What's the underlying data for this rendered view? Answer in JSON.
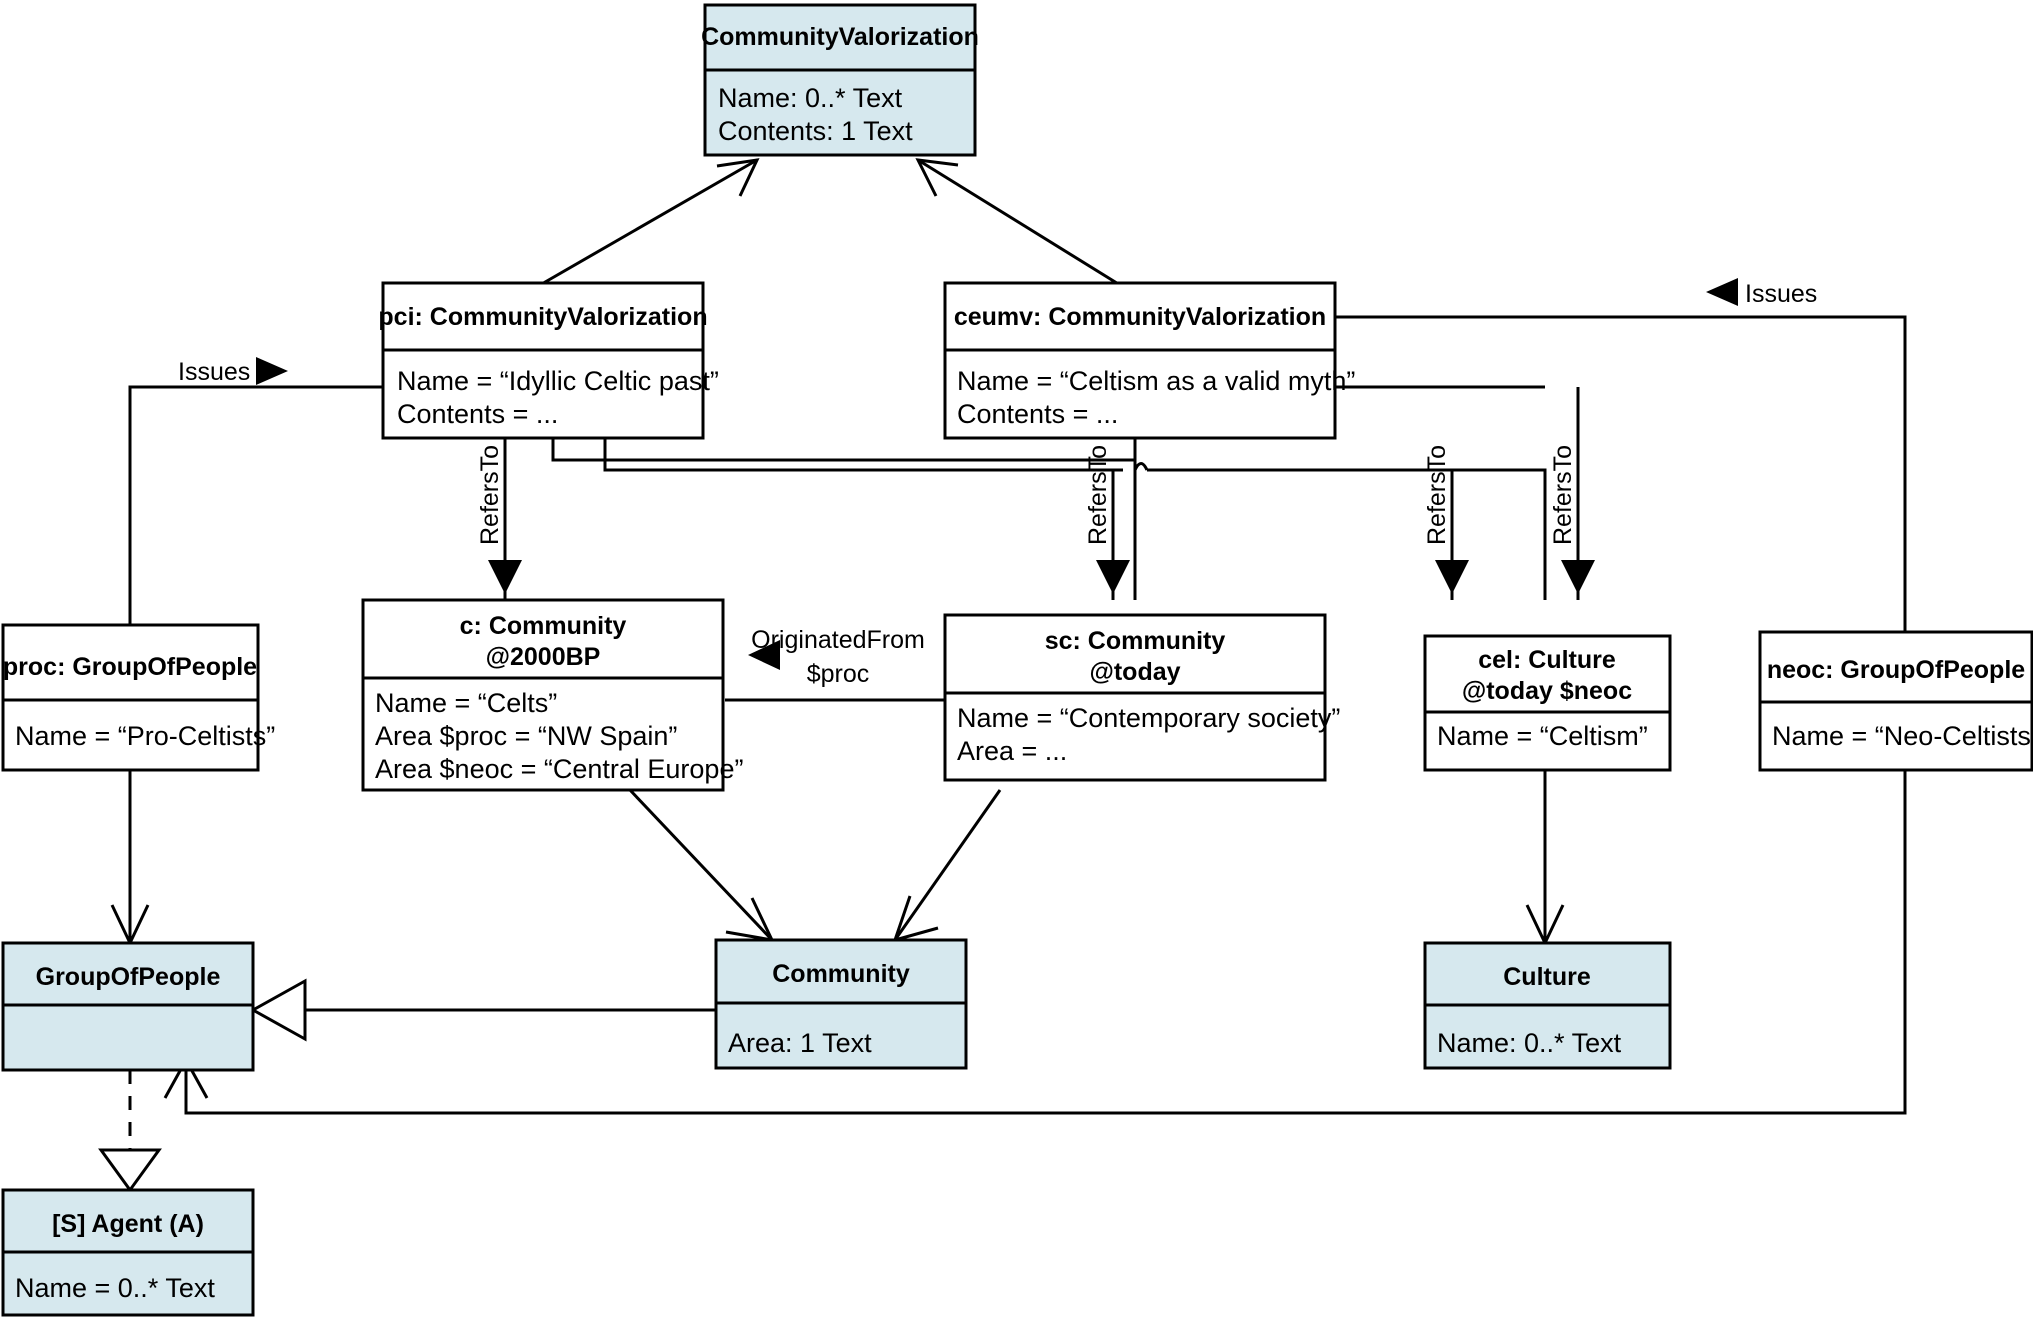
{
  "diagram": {
    "type": "uml-object-class-diagram",
    "title_visible": false,
    "colors": {
      "class_fill": "#d6e8ee",
      "instance_fill": "#ffffff",
      "stroke": "#000000",
      "background": "#ffffff"
    }
  },
  "nodes": {
    "community_valorization_class": {
      "name": "CommunityValorization",
      "attributes": [
        "Name: 0..* Text",
        "Contents: 1 Text"
      ],
      "kind": "class"
    },
    "pci_instance": {
      "name": "pci: CommunityValorization",
      "attributes": [
        "Name = “Idyllic Celtic past”",
        "Contents = ..."
      ],
      "kind": "instance"
    },
    "ceumv_instance": {
      "name": "ceumv: CommunityValorization",
      "attributes": [
        "Name = “Celtism as a valid myth”",
        "Contents = ..."
      ],
      "kind": "instance"
    },
    "proc_instance": {
      "name": "proc: GroupOfPeople",
      "attributes": [
        "Name = “Pro-Celtists”"
      ],
      "kind": "instance"
    },
    "c_instance": {
      "name_line1": "c: Community",
      "name_line2": "@2000BP",
      "attributes": [
        "Name = “Celts”",
        "Area $proc = “NW Spain”",
        "Area $neoc = “Central Europe”"
      ],
      "kind": "instance"
    },
    "sc_instance": {
      "name_line1": "sc: Community",
      "name_line2": "@today",
      "attributes": [
        "Name = “Contemporary society”",
        "Area = ..."
      ],
      "kind": "instance"
    },
    "cel_instance": {
      "name_line1": "cel: Culture",
      "name_line2": "@today $neoc",
      "attributes": [
        "Name = “Celtism”"
      ],
      "kind": "instance"
    },
    "neoc_instance": {
      "name": "neoc: GroupOfPeople",
      "attributes": [
        "Name = “Neo-Celtists”"
      ],
      "kind": "instance"
    },
    "group_of_people_class": {
      "name": "GroupOfPeople",
      "attributes": [],
      "kind": "class"
    },
    "community_class": {
      "name": "Community",
      "attributes": [
        "Area: 1 Text"
      ],
      "kind": "class"
    },
    "culture_class": {
      "name": "Culture",
      "attributes": [
        "Name: 0..* Text"
      ],
      "kind": "class"
    },
    "agent_class": {
      "name": "[S] Agent (A)",
      "attributes": [
        "Name = 0..* Text"
      ],
      "kind": "class"
    }
  },
  "edges": {
    "issues_left": {
      "label": "Issues",
      "arrow": "right-solid-triangle"
    },
    "issues_right": {
      "label": "Issues",
      "arrow": "left-solid-triangle"
    },
    "refers_to_1": {
      "label": "RefersTo",
      "arrow": "down-solid-triangle"
    },
    "refers_to_2": {
      "label": "RefersTo",
      "arrow": "down-solid-triangle"
    },
    "refers_to_3": {
      "label": "RefersTo",
      "arrow": "down-solid-triangle"
    },
    "refers_to_4": {
      "label": "RefersTo",
      "arrow": "down-solid-triangle"
    },
    "originated_from": {
      "label_line1": "OriginatedFrom",
      "label_line2": "$proc",
      "arrow": "left-solid-triangle"
    }
  }
}
